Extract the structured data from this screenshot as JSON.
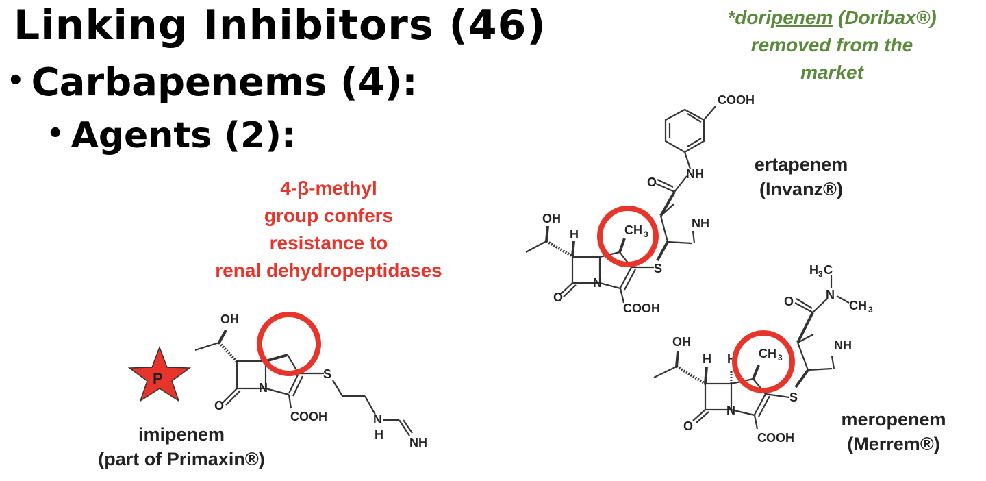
{
  "slide": {
    "title": "Linking Inhibitors (46)",
    "bullets": [
      {
        "level": 1,
        "text": "Carbapenems (4):"
      },
      {
        "level": 2,
        "text": "Agents (2):"
      }
    ],
    "note": {
      "prefix": "*dori",
      "underlined": "penem",
      "rest_line1": " (Doribax®)",
      "line2": "removed from the",
      "line3": "market",
      "color": "#5b8a3c"
    },
    "annotation": {
      "lines": [
        "4-β-methyl",
        "group confers",
        "resistance to",
        "renal dehydropeptidases"
      ],
      "color": "#e8352b"
    },
    "highlight_color": "#e8352b",
    "drugs": [
      {
        "name": "imipenem",
        "brand": "(part of Primaxin®)",
        "badge": "P",
        "badge_icon": "red-star-icon"
      },
      {
        "name": "ertapenem",
        "brand": "(Invanz®)"
      },
      {
        "name": "meropenem",
        "brand": "(Merrem®)"
      }
    ],
    "atom_labels": {
      "oh": "OH",
      "h": "H",
      "o": "O",
      "n": "N",
      "s": "S",
      "nh": "NH",
      "cooh": "COOH",
      "ch3": "CH",
      "sub3": "3",
      "h3c_h": "H",
      "h3c_c": "C"
    }
  }
}
